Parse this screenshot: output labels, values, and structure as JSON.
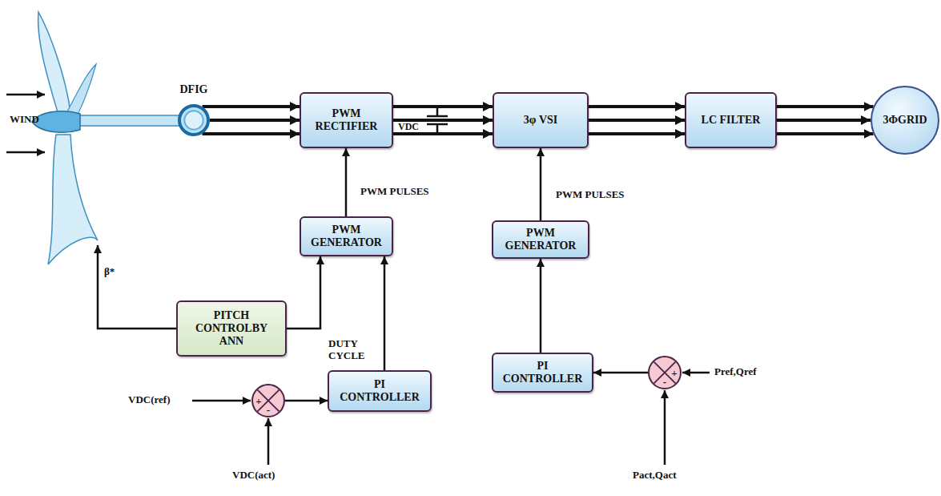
{
  "diagram": {
    "nodes": [
      {
        "text": [
          "DFIG"
        ]
      },
      {
        "text": [
          "PWM RECTIFIER"
        ]
      },
      {
        "text": [
          "3φ VSI"
        ]
      },
      {
        "text": [
          "LC FILTER"
        ]
      },
      {
        "text": [
          "3ΦGRID"
        ]
      },
      {
        "text": [
          "PWM GENERATOR"
        ]
      },
      {
        "text": [
          "PWM GENERATOR"
        ]
      },
      {
        "text": [
          "PITCH CONTROLBY ANN"
        ]
      },
      {
        "text": [
          "PI CONTROLLER"
        ]
      },
      {
        "text": [
          "PI CONTROLLER"
        ]
      },
      {
        "text": [
          "+",
          "-"
        ]
      },
      {
        "text": [
          "+",
          "-"
        ]
      }
    ],
    "edges": [
      {
        "from": 0,
        "to": 1,
        "arrow": "to"
      },
      {
        "from": 1,
        "to": 2,
        "arrow": "to"
      },
      {
        "from": 2,
        "to": 3,
        "arrow": "to"
      },
      {
        "from": 3,
        "to": 4,
        "arrow": "to"
      },
      {
        "from": 5,
        "to": 1,
        "label": "PWM PULSES",
        "arrow": "to"
      },
      {
        "from": 6,
        "to": 2,
        "label": "PWM PULSES",
        "arrow": "to"
      },
      {
        "from": 7,
        "to": 5,
        "arrow": "to"
      },
      {
        "from": 8,
        "to": 5,
        "label": "DUTY CYCLE",
        "arrow": "to"
      },
      {
        "from": 10,
        "to": 8,
        "arrow": "to"
      },
      {
        "from": 9,
        "to": 6,
        "arrow": "to"
      },
      {
        "from": 11,
        "to": 9,
        "arrow": "to"
      }
    ],
    "labels": [
      "WIND",
      "VDC",
      "β*",
      "VDC(ref)",
      "VDC(act)",
      "Pref,Qref",
      "Pact,Qact"
    ]
  }
}
